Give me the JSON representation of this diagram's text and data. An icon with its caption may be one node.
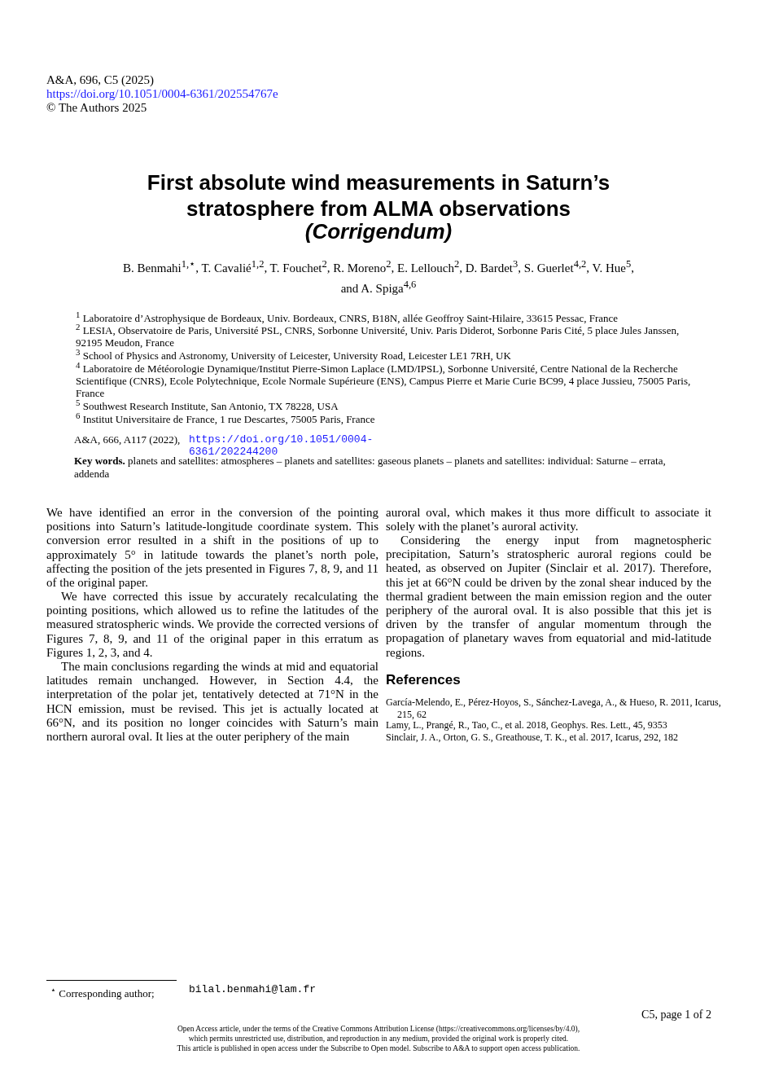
{
  "diagram": {
    "title": "First absolute wind measurements in Saturn’s stratosphere from ALMA observations",
    "labels": [
      "A&A, 696, C5  (2025)",
      "https://doi.org/10.1051/0004-6361/202554767e",
      "© The Authors 2025",
      "(Corrigendum)",
      "B. Benmahi$^{1,⋆}$, T. Cavalié$^{1,2}$, T. Fouchet$^{2}$, R. Moreno$^{2}$, E. Lellouch$^{2}$, D. Bardet$^{3}$, S. Guerlet$^{4,2}$, V. Hue$^{5}$, and A. Spiga$^{4,6}$",
      "$^{1}$ Laboratoire d’Astrophysique de Bordeaux, Univ. Bordeaux, CNRS, B18N, allée Geoffroy Saint-Hilaire, 33615 Pessac, France",
      "$^{2}$ LESIA, Observatoire de Paris, Université PSL, CNRS, Sorbonne Université, Univ. Paris Diderot, Sorbonne Paris Cité, 5 place Jules Janssen, 92195 Meudon, France",
      "$^{3}$ School of Physics and Astronomy, University of Leicester, University Road, Leicester LE1 7RH, UK",
      "$^{4}$ Laboratoire de Météorologie Dynamique/Institut Pierre-Simon Laplace (LMD/IPSL), Sorbonne Université, Centre National de la Recherche Scientifique (CNRS), Ecole Polytechnique, Ecole Normale Supérieure (ENS), Campus Pierre et Marie Curie BC99, 4 place Jussieu, 75005 Paris, France",
      "$^{5}$ Southwest Research Institute, San Antonio, TX 78228, USA",
      "$^{6}$ Institut Universitaire de France, 1 rue Descartes, 75005 Paris, France",
      "A&A, 666, A117 (2022),",
      "https://doi.org/10.1051/0004-6361/202244200",
      "**Key words.** planets and satellites: atmospheres – planets and satellites: gaseous planets – planets and satellites: individual: Saturne – errata, addenda",
      "We have identified an error in the conversion of the pointing positions into Saturn’s latitude-longitude coordinate system. This conversion error resulted in a shift in the positions of up to approximately 5° in latitude towards the planet’s north pole, affecting the position of the jets presented in Figures 7, 8, 9, and 11 of the original paper.",
      "We have corrected this issue by accurately recalculating the pointing positions, which allowed us to refine the latitudes of the measured stratospheric winds. We provide the corrected versions of Figures 7, 8, 9, and 11 of the original paper in this erratum as Figures 1, 2, 3, and 4.",
      "The main conclusions regarding the winds at mid and equatorial latitudes remain unchanged. However, in Section 4.4, the interpretation of the polar jet, tentatively detected at 71°N in the HCN emission, must be revised. This jet is actually located at 66°N, and its position no longer coincides with Saturn’s main northern auroral oval. It lies at the outer periphery of the main",
      "auroral oval, which makes it thus more difficult to associate it solely with the planet’s auroral activity.",
      "Considering the energy input from magnetospheric precipitation, Saturn’s stratospheric auroral regions could be heated, as observed on Jupiter (Sinclair et al. 2017). Therefore, this jet at 66°N could be driven by the zonal shear induced by the thermal gradient between the main emission region and the outer periphery of the auroral oval. It is also possible that this jet is driven by the transfer of angular momentum through the propagation of planetary waves from equatorial and mid-latitude regions.",
      "References",
      "García-Melendo, E., Pérez-Hoyos, S., Sánchez-Lavega, A., & Hueso, R. 2011, Icarus, 215, 62",
      "Lamy, L., Prangé, R., Tao, C., et al. 2018, Geophys. Res. Lett., 45, 9353",
      "Sinclair, J. A., Orton, G. S., Greathouse, T. K., et al. 2017, Icarus, 292, 182",
      "$^{⋆}$ Corresponding author;",
      "bilal.benmahi@lam.fr",
      "C5, page 1 of 2",
      "Open Access article, under the terms of the Creative Commons Attribution License (https://creativecommons.org/licenses/by/4.0),",
      "which permits unrestricted use, distribution, and reproduction in any medium, provided the original work is properly cited.",
      "This article is published in open access under the Subscribe to Open model. Subscribe to A&A to support open access publication."
    ]
  }
}
